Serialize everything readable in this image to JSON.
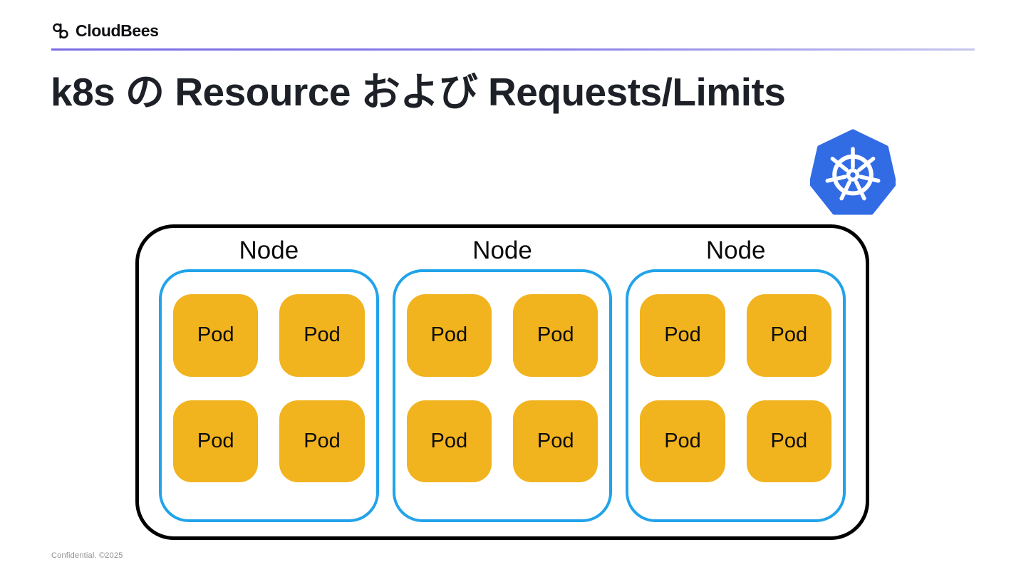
{
  "brand": {
    "name": "CloudBees",
    "logo_icon": "cloudbees-monogram-icon"
  },
  "title": "k8s の Resource および Requests/Limits",
  "kubernetes": {
    "logo_icon": "kubernetes-wheel-icon"
  },
  "diagram": {
    "nodes": [
      {
        "label": "Node",
        "pods": [
          "Pod",
          "Pod",
          "Pod",
          "Pod"
        ]
      },
      {
        "label": "Node",
        "pods": [
          "Pod",
          "Pod",
          "Pod",
          "Pod"
        ]
      },
      {
        "label": "Node",
        "pods": [
          "Pod",
          "Pod",
          "Pod",
          "Pod"
        ]
      }
    ]
  },
  "footer": {
    "text": "Confidential. ©2025"
  },
  "colors": {
    "pod_fill": "#f1b31e",
    "node_border": "#21a3ea",
    "cluster_border": "#000000",
    "kubernetes_blue": "#326ce5",
    "divider_purple_start": "#7b6ce4",
    "divider_purple_end": "#c9c6ee",
    "title_text": "#1d2127",
    "footer_text": "#8f8f8f"
  }
}
